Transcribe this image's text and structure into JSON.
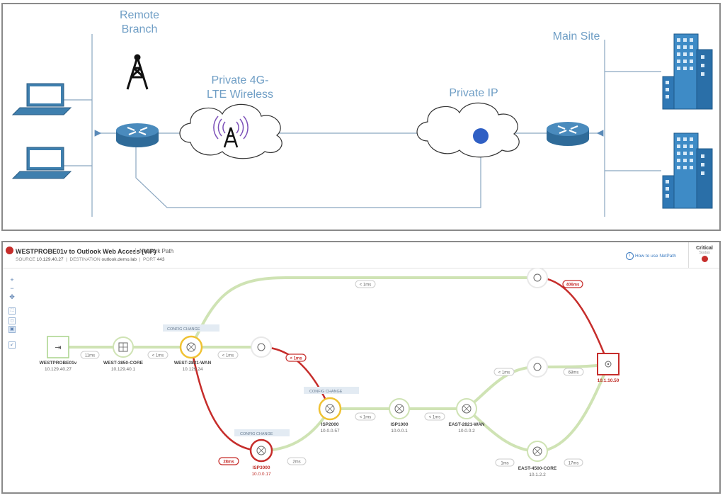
{
  "top_diagram": {
    "labels": {
      "remote_branch": "Remote\nBranch",
      "main_site": "Main Site",
      "wireless": "Private 4G-\nLTE Wireless",
      "private_ip": "Private IP"
    },
    "colors": {
      "accent": "#6f9ec5",
      "router": "#3e7fae",
      "line": "#8aa6c0",
      "ip_dot": "#2f5fc4"
    },
    "icons": [
      "laptop-icon",
      "laptop-icon",
      "cell-tower-icon",
      "router-icon",
      "cloud-icon",
      "cloud-icon",
      "router-icon",
      "building-icon",
      "building-icon"
    ]
  },
  "netpath": {
    "header": {
      "title": "WESTPROBE01v to Outlook Web Access (VIP)",
      "section": "Network Path",
      "source_label": "SOURCE",
      "source_value": "10.129.40.27",
      "destination_label": "DESTINATION",
      "destination_value": "outlook.demo.lab",
      "port_label": "PORT",
      "port_value": "443",
      "help_link": "How to use NetPath",
      "status_title": "Critical",
      "status_label": "Status"
    },
    "colors": {
      "healthy": "#cfe3b4",
      "critical": "#c62d2b",
      "warning": "#f0c233"
    },
    "nodes": [
      {
        "id": "probe",
        "name": "WESTPROBE01v",
        "ip": "10.129.40.27"
      },
      {
        "id": "west-core",
        "name": "WEST-3850-CORE",
        "ip": "10.129.40.1"
      },
      {
        "id": "west-wan",
        "name": "WEST-2821-WAN",
        "ip": "10.129.24"
      },
      {
        "id": "isp2000",
        "name": "ISP2000",
        "ip": "10.0.0.57"
      },
      {
        "id": "isp1000",
        "name": "ISP1000",
        "ip": "10.0.0.1"
      },
      {
        "id": "east-wan",
        "name": "EAST-2821-WAN",
        "ip": "10.0.0.2"
      },
      {
        "id": "isp3000",
        "name": "ISP3000",
        "ip": "10.0.0.17"
      },
      {
        "id": "east-core",
        "name": "EAST-4500-CORE",
        "ip": "10.1.2.2"
      },
      {
        "id": "dest",
        "name": "",
        "ip": "10.1.10.50"
      }
    ],
    "latencies": {
      "probe_core": "11ms",
      "core_wan": "< 1ms",
      "wan_unknown": "< 1ms",
      "top_arc": "< 1ms",
      "unknown_red": "< 1ms",
      "top_red": "406ms",
      "isp3000_red": "28ms",
      "isp3000_isp2000": "2ms",
      "isp2000_isp1000": "< 1ms",
      "isp1000_eastwan": "< 1ms",
      "eastwan_unknown": "< 1ms",
      "unknown_dest": "68ms",
      "eastwan_eastcore": "1ms",
      "eastcore_dest": "17ms"
    },
    "config_change": "CONFIG CHANGE"
  }
}
